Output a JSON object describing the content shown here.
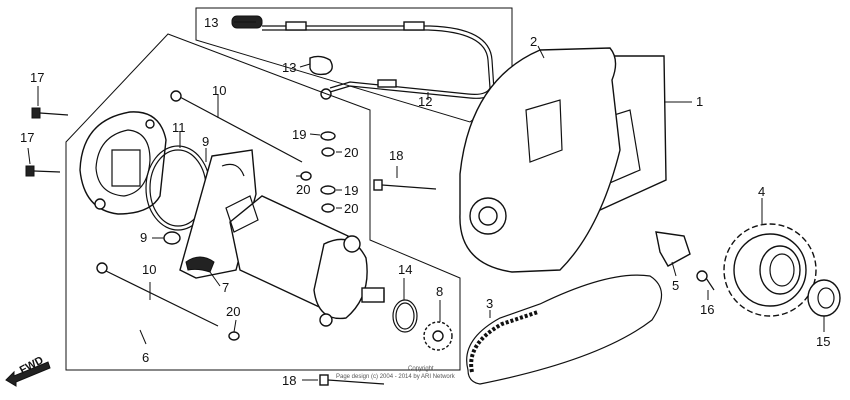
{
  "labels": {
    "l1": "1",
    "l2": "2",
    "l3": "3",
    "l4": "4",
    "l5": "5",
    "l6": "6",
    "l7": "7",
    "l8": "8",
    "l9a": "9",
    "l9b": "9",
    "l10a": "10",
    "l10b": "10",
    "l11": "11",
    "l12": "12",
    "l13a": "13",
    "l13b": "13",
    "l14": "14",
    "l15": "15",
    "l16": "16",
    "l17a": "17",
    "l17b": "17",
    "l18a": "18",
    "l18b": "18",
    "l19a": "19",
    "l19b": "19",
    "l20a": "20",
    "l20b": "20",
    "l20c": "20",
    "l20d": "20"
  },
  "fwd": "FWD",
  "copyright": {
    "line1": "Copyright",
    "line2": "Page design (c) 2004 - 2014 by ARI Network"
  }
}
